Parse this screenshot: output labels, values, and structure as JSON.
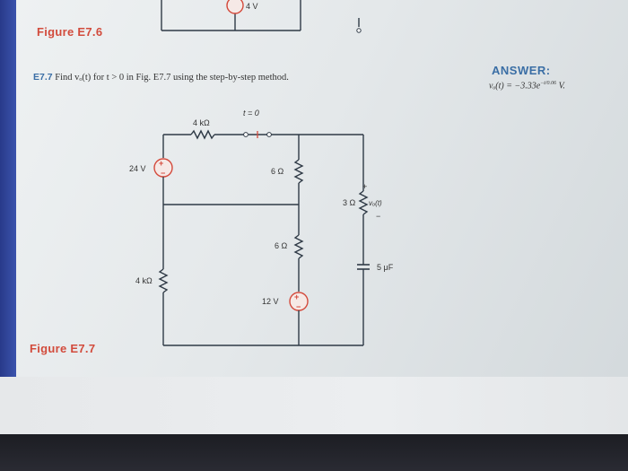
{
  "figure_top": {
    "label": "Figure E7.6",
    "source_label": "4 V"
  },
  "problem": {
    "number": "E7.7",
    "text": "Find vₒ(t) for t > 0 in Fig. E7.7 using the step-by-step method."
  },
  "answer": {
    "title": "ANSWER:",
    "lhs": "vₒ(t) = −3.33e",
    "exponent": "−t/0.06",
    "unit": "V."
  },
  "circuit": {
    "label_r_top": "4 kΩ",
    "label_switch": "t = 0",
    "label_v24": "24 V",
    "label_r6_upper": "6 Ω",
    "label_r3": "3 Ω",
    "label_vo": "vₒ(t)",
    "label_r6_lower": "6 Ω",
    "label_r4_left": "4 kΩ",
    "label_cap": "5 μF",
    "label_v12": "12 V",
    "plus": "+",
    "minus": "−"
  },
  "figure_bottom": {
    "label": "Figure E7.7"
  }
}
